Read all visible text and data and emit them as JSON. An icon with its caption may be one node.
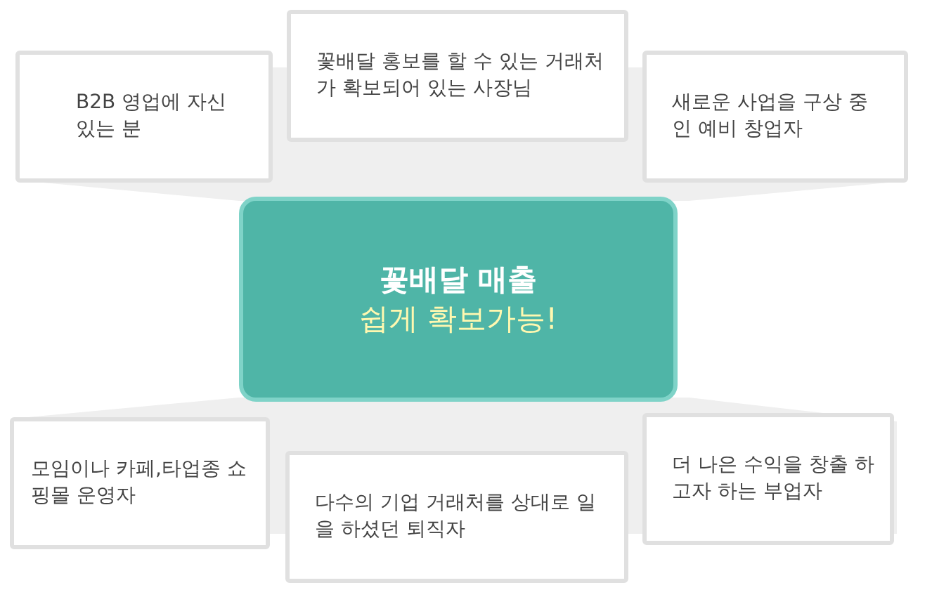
{
  "diagram": {
    "nodes": [
      {
        "text": [
          "B2B 영업에 자신 있는 분"
        ]
      },
      {
        "text": [
          "꽃배달 홍보를 할 수 있는 거래처가 확보되어 있는 사장님"
        ]
      },
      {
        "text": [
          "새로운 사업을 구상 중인 예비 창업자"
        ]
      },
      {
        "text": [
          "꽃배달 매출",
          "쉽게 확보가능!"
        ]
      },
      {
        "text": [
          "모임이나 카페,타업종 쇼핑몰 운영자"
        ]
      },
      {
        "text": [
          "다수의 기업 거래처를 상대로 일을 하셨던 퇴직자"
        ]
      },
      {
        "text": [
          "더 나은 수익을 창출 하고자 하는 부업자"
        ]
      }
    ]
  }
}
